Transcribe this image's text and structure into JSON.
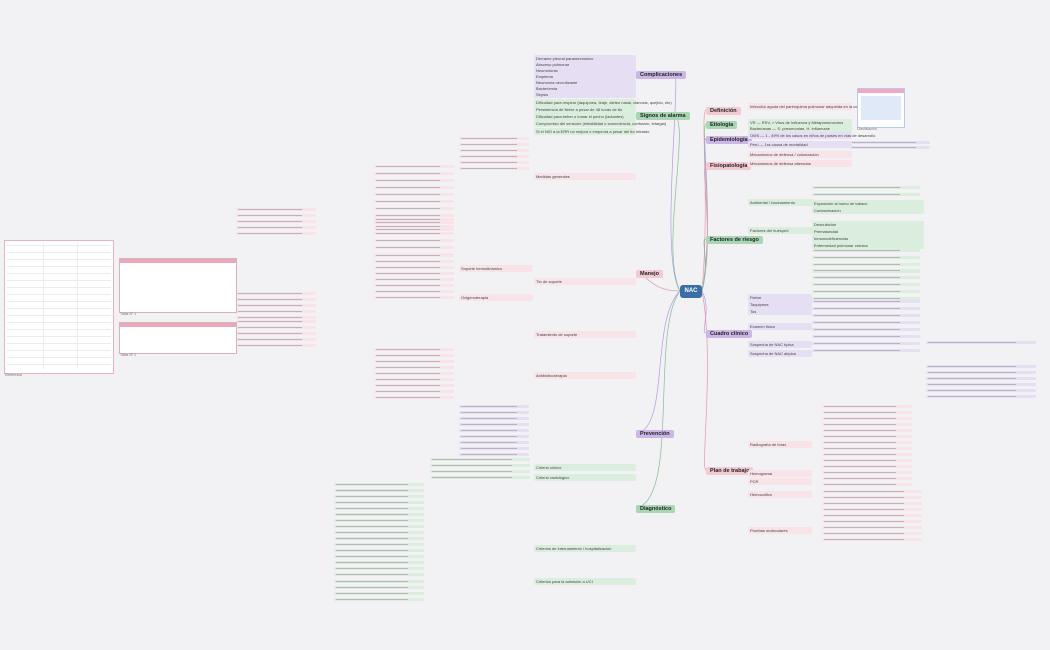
{
  "central": "NAC",
  "branches": {
    "complicaciones": "Complicaciones",
    "signos_alarma": "Signos de alarma",
    "manejo": "Manejo",
    "definicion": "Definición",
    "etiologia": "Etiología",
    "epidemiologia": "Epidemiología",
    "fisiopatologia": "Fisiopatología",
    "factores_riesgo": "Factores de riesgo",
    "cuadro_clinico": "Cuadro clínico",
    "prevencion": "Prevención",
    "plan_trabajo": "Plan de trabajo",
    "diagnostico": "Diagnóstico"
  },
  "left_nodes": [
    "Derrame pleural paraneumónico",
    "Absceso pulmonar",
    "Neumotórax",
    "Empiema",
    "Neumonía necrotizante",
    "Bacteriemia",
    "Sepsis",
    "Dificultad para respirar (taquipnea, tiraje, aleteo nasal, cianosis, quejido, etc)",
    "Persistencia de fiebre a pesar de 48 horas de tto",
    "Dificultad para beber o tomar el pecho (lactantes)",
    "Compromiso del sensorio (irritabilidad o somnolencia, confusión, letargia)",
    "Si el NIO a la ERR no mejora o empeora a pesar del tto iniciado",
    "Medidas generales",
    "Soporte hemodinámico",
    "Oxigenoterapia",
    "Tto de soporte",
    "Antibioticoterapia",
    "Tratamiento de soporte"
  ],
  "right_nodes": [
    "Infección aguda del parénquima pulmonar adquirida en la comunidad",
    "VR — RSV, > Virus de Influenza y Metapneumovirus",
    "Bacterianas — S. pneumoniae, H. influenzae",
    "OMS — 1 - 49% de los casos en niños de países en vías de desarrollo",
    "Perú — 1ra causa de mortalidad",
    "Mecanismos de defensa / colonización",
    "Mecanismos de defensa alterados",
    "Ambiental / hacinamiento",
    "Exposición al humo de tabaco",
    "Contaminación",
    "Factores del huésped",
    "Desnutrición",
    "Prematuridad",
    "Inmunodeficiencias",
    "Enfermedad pulmonar crónica",
    "Fiebre",
    "Taquipnea",
    "Tos",
    "Examen físico",
    "Sospecha de NAC típica",
    "Sospecha de NAC atípica",
    "Radiografía de tórax",
    "Hemograma",
    "PCR",
    "Hemocultivo",
    "Pruebas moleculares"
  ],
  "diagnostico_nodes": [
    "Criterio clínico",
    "Criterio radiológico",
    "Criterios de internamiento / hospitalización",
    "Criterios para la admisión a UCI"
  ],
  "images": {
    "table_caption": "Referencia",
    "img1_caption": "Tabla Nº 1",
    "img2_caption": "Tabla Nº 2",
    "img3_caption": "Clasificación"
  },
  "colors": {
    "bg": "#f2f1f4",
    "central": "#3a6ea5",
    "pink": "#f3c9d3",
    "purple": "#cbb7e6",
    "green": "#a9d6b5",
    "light_green": "#dbeede",
    "light_purple": "#e6def2",
    "light_pink": "#f8e3e8"
  }
}
